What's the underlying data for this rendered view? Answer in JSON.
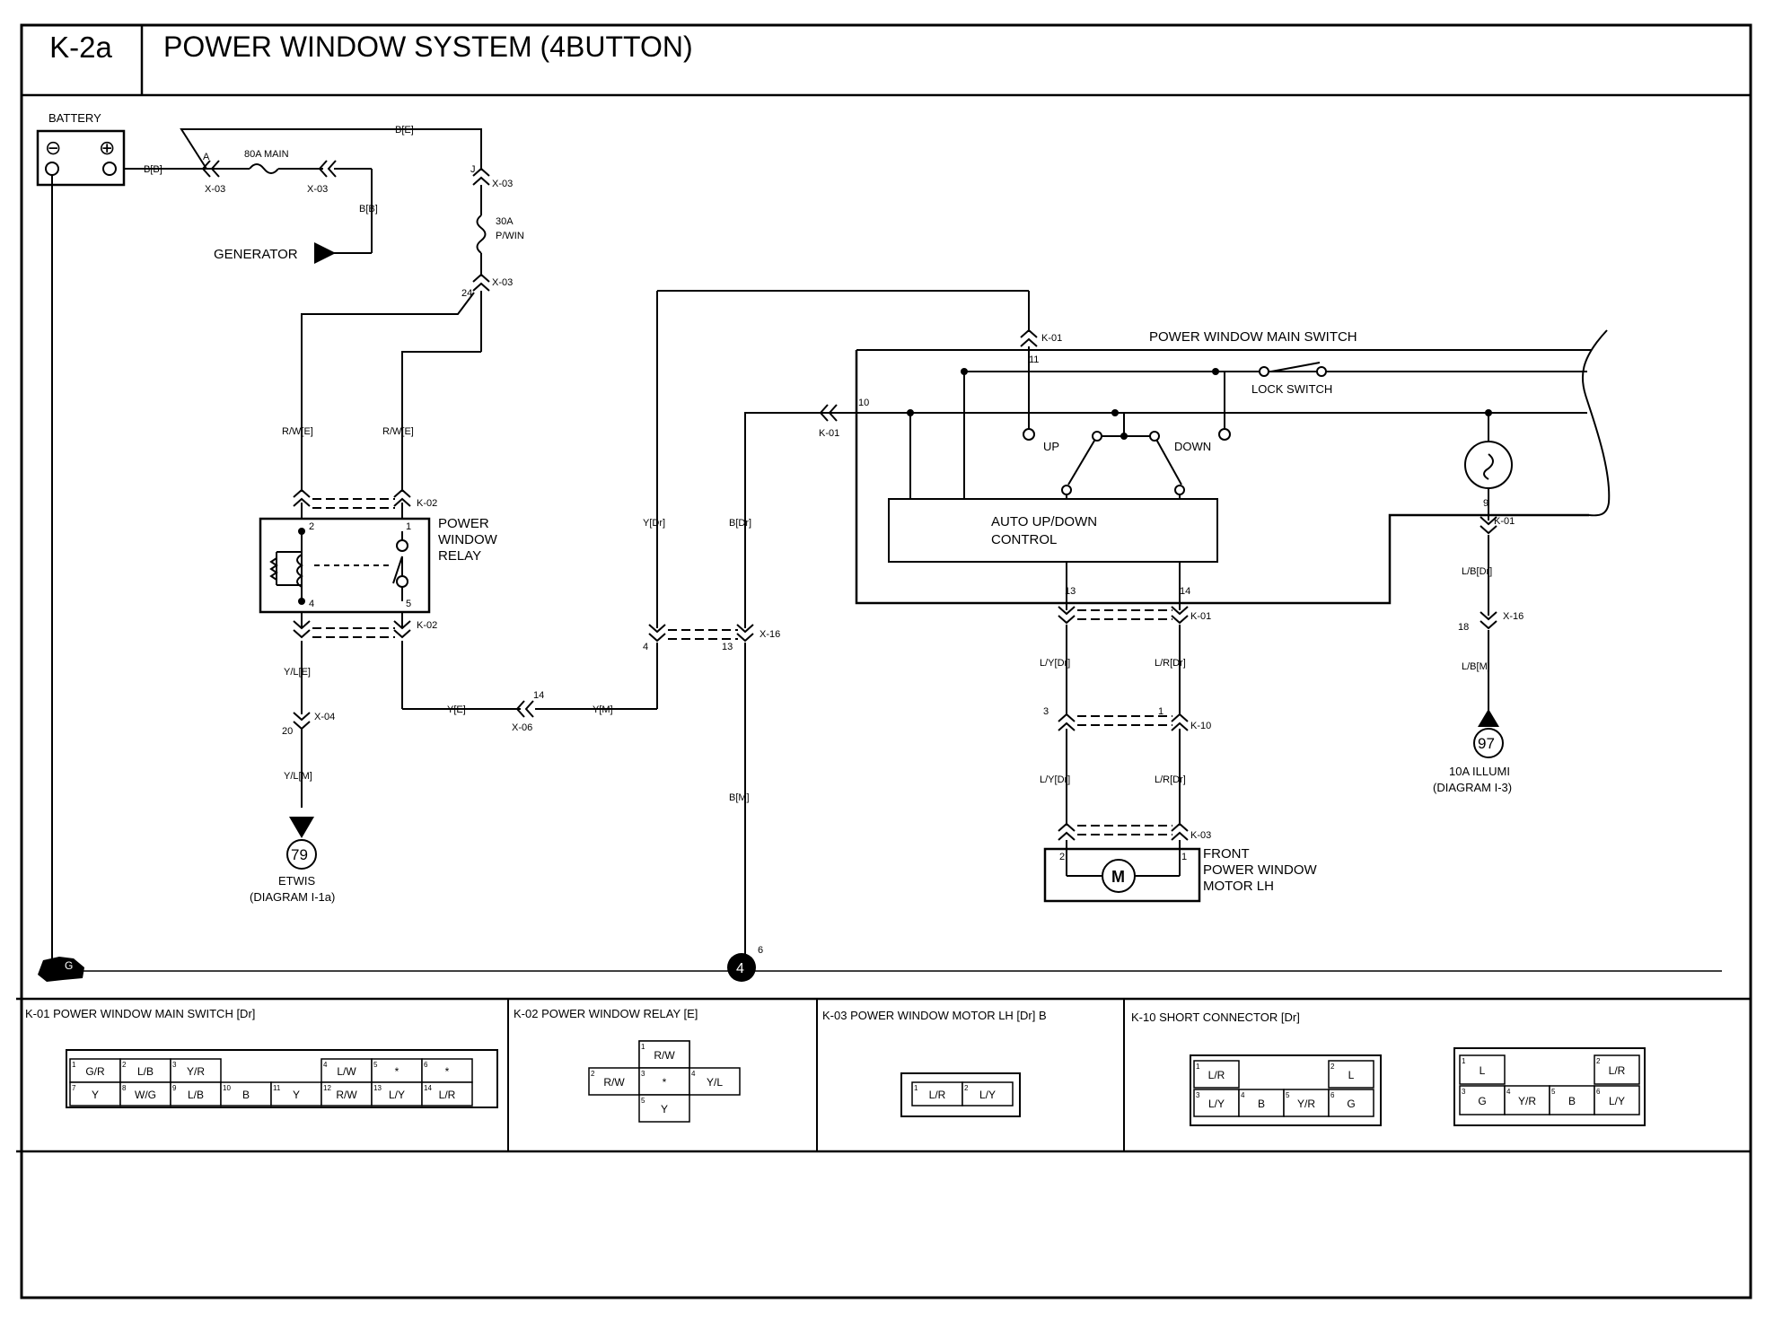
{
  "header": {
    "code": "K-2a",
    "title": "POWER WINDOW SYSTEM (4BUTTON)"
  },
  "diagram": {
    "battery": "BATTERY",
    "battery_neg": "⊖",
    "battery_pos": "⊕",
    "fuse_main": "80A MAIN",
    "fuse_pwin_a": "30A",
    "fuse_pwin_b": "P/WIN",
    "generator": "GENERATOR",
    "relay_1": "POWER",
    "relay_2": "WINDOW",
    "relay_3": "RELAY",
    "main_switch": "POWER WINDOW MAIN SWITCH",
    "lock_switch": "LOCK SWITCH",
    "up": "UP",
    "down": "DOWN",
    "auto_1": "AUTO UP/DOWN",
    "auto_2": "CONTROL",
    "motor_1": "FRONT",
    "motor_2": "POWER WINDOW",
    "motor_3": "MOTOR LH",
    "motor_m": "M",
    "illumi_ref": "97",
    "illumi_1": "10A ILLUMI",
    "illumi_2": "(DIAGRAM I-3)",
    "etwis_ref": "79",
    "etwis_1": "ETWIS",
    "etwis_2": "(DIAGRAM I-1a)",
    "ground_g": "G",
    "ground_4": "4",
    "ground_pin": "6",
    "w_bb": "B[B]",
    "w_be": "B[E]",
    "w_bb2": "B[B]",
    "w_rwe1": "R/W[E]",
    "w_rwe2": "R/W[E]",
    "w_yle": "Y/L[E]",
    "w_ylm": "Y/L[M]",
    "w_ye": "Y[E]",
    "w_ym": "Y[M]",
    "w_ydr": "Y[Dr]",
    "w_bdr": "B[Dr]",
    "w_bm": "B[M]",
    "w_lydr1": "L/Y[Dr]",
    "w_lrdr1": "L/R[Dr]",
    "w_lydr2": "L/Y[Dr]",
    "w_lrdr2": "L/R[Dr]",
    "w_lbdr": "L/B[Dr]",
    "w_lbm": "L/B[M]",
    "c_x03a": "X-03",
    "c_x03b": "X-03",
    "c_x03c": "X-03",
    "c_x03d": "X-03",
    "c_k02a": "K-02",
    "c_k02b": "K-02",
    "c_x04": "X-04",
    "c_x06": "X-06",
    "c_x16a": "X-16",
    "c_x16b": "X-16",
    "c_k01a": "K-01",
    "c_k01b": "K-01",
    "c_k01c": "K-01",
    "c_k01d": "K-01",
    "c_k10": "K-10",
    "c_k03": "K-03",
    "p_a": "A",
    "p_j": "J",
    "p_24": "24",
    "p_2": "2",
    "p_1": "1",
    "p_4": "4",
    "p_5": "5",
    "p_20": "20",
    "p_14a": "14",
    "p_4b": "4",
    "p_13a": "13",
    "p_11": "11",
    "p_10": "10",
    "p_9": "9",
    "p_13b": "13",
    "p_14b": "14",
    "p_18": "18",
    "p_3": "3",
    "p_1b": "1",
    "p_2m": "2",
    "p_1m": "1"
  },
  "connectors": {
    "k01_title": "K-01 POWER WINDOW MAIN SWITCH [Dr]",
    "k02_title": "K-02 POWER WINDOW RELAY [E]",
    "k03_title": "K-03 POWER WINDOW MOTOR LH [Dr] B",
    "k10_title": "K-10 SHORT CONNECTOR [Dr]",
    "k01_top": [
      [
        "1",
        "G/R"
      ],
      [
        "2",
        "L/B"
      ],
      [
        "3",
        "Y/R"
      ],
      [
        "",
        ""
      ],
      [
        "",
        ""
      ],
      [
        "4",
        "L/W"
      ],
      [
        "5",
        "*"
      ],
      [
        "6",
        "*"
      ]
    ],
    "k01_bot": [
      [
        "7",
        "Y"
      ],
      [
        "8",
        "W/G"
      ],
      [
        "9",
        "L/B"
      ],
      [
        "10",
        "B"
      ],
      [
        "11",
        "Y"
      ],
      [
        "12",
        "R/W"
      ],
      [
        "13",
        "L/Y"
      ],
      [
        "14",
        "L/R"
      ]
    ],
    "k02_top": [
      [
        "1",
        "R/W"
      ]
    ],
    "k02_mid": [
      [
        "2",
        "R/W"
      ],
      [
        "3",
        "*"
      ],
      [
        "4",
        "Y/L"
      ]
    ],
    "k02_bot": [
      [
        "5",
        "Y"
      ]
    ],
    "k03_cells": [
      [
        "1",
        "L/R"
      ],
      [
        "2",
        "L/Y"
      ]
    ],
    "k10a_top": [
      [
        "1",
        "L/R"
      ],
      [
        "",
        ""
      ],
      [
        "",
        ""
      ],
      [
        "2",
        "L"
      ]
    ],
    "k10a_bot": [
      [
        "3",
        "L/Y"
      ],
      [
        "4",
        "B"
      ],
      [
        "5",
        "Y/R"
      ],
      [
        "6",
        "G"
      ]
    ],
    "k10b_top": [
      [
        "1",
        "L"
      ],
      [
        "",
        ""
      ],
      [
        "",
        ""
      ],
      [
        "2",
        "L/R"
      ]
    ],
    "k10b_bot": [
      [
        "3",
        "G"
      ],
      [
        "4",
        "Y/R"
      ],
      [
        "5",
        "B"
      ],
      [
        "6",
        "L/Y"
      ]
    ]
  }
}
